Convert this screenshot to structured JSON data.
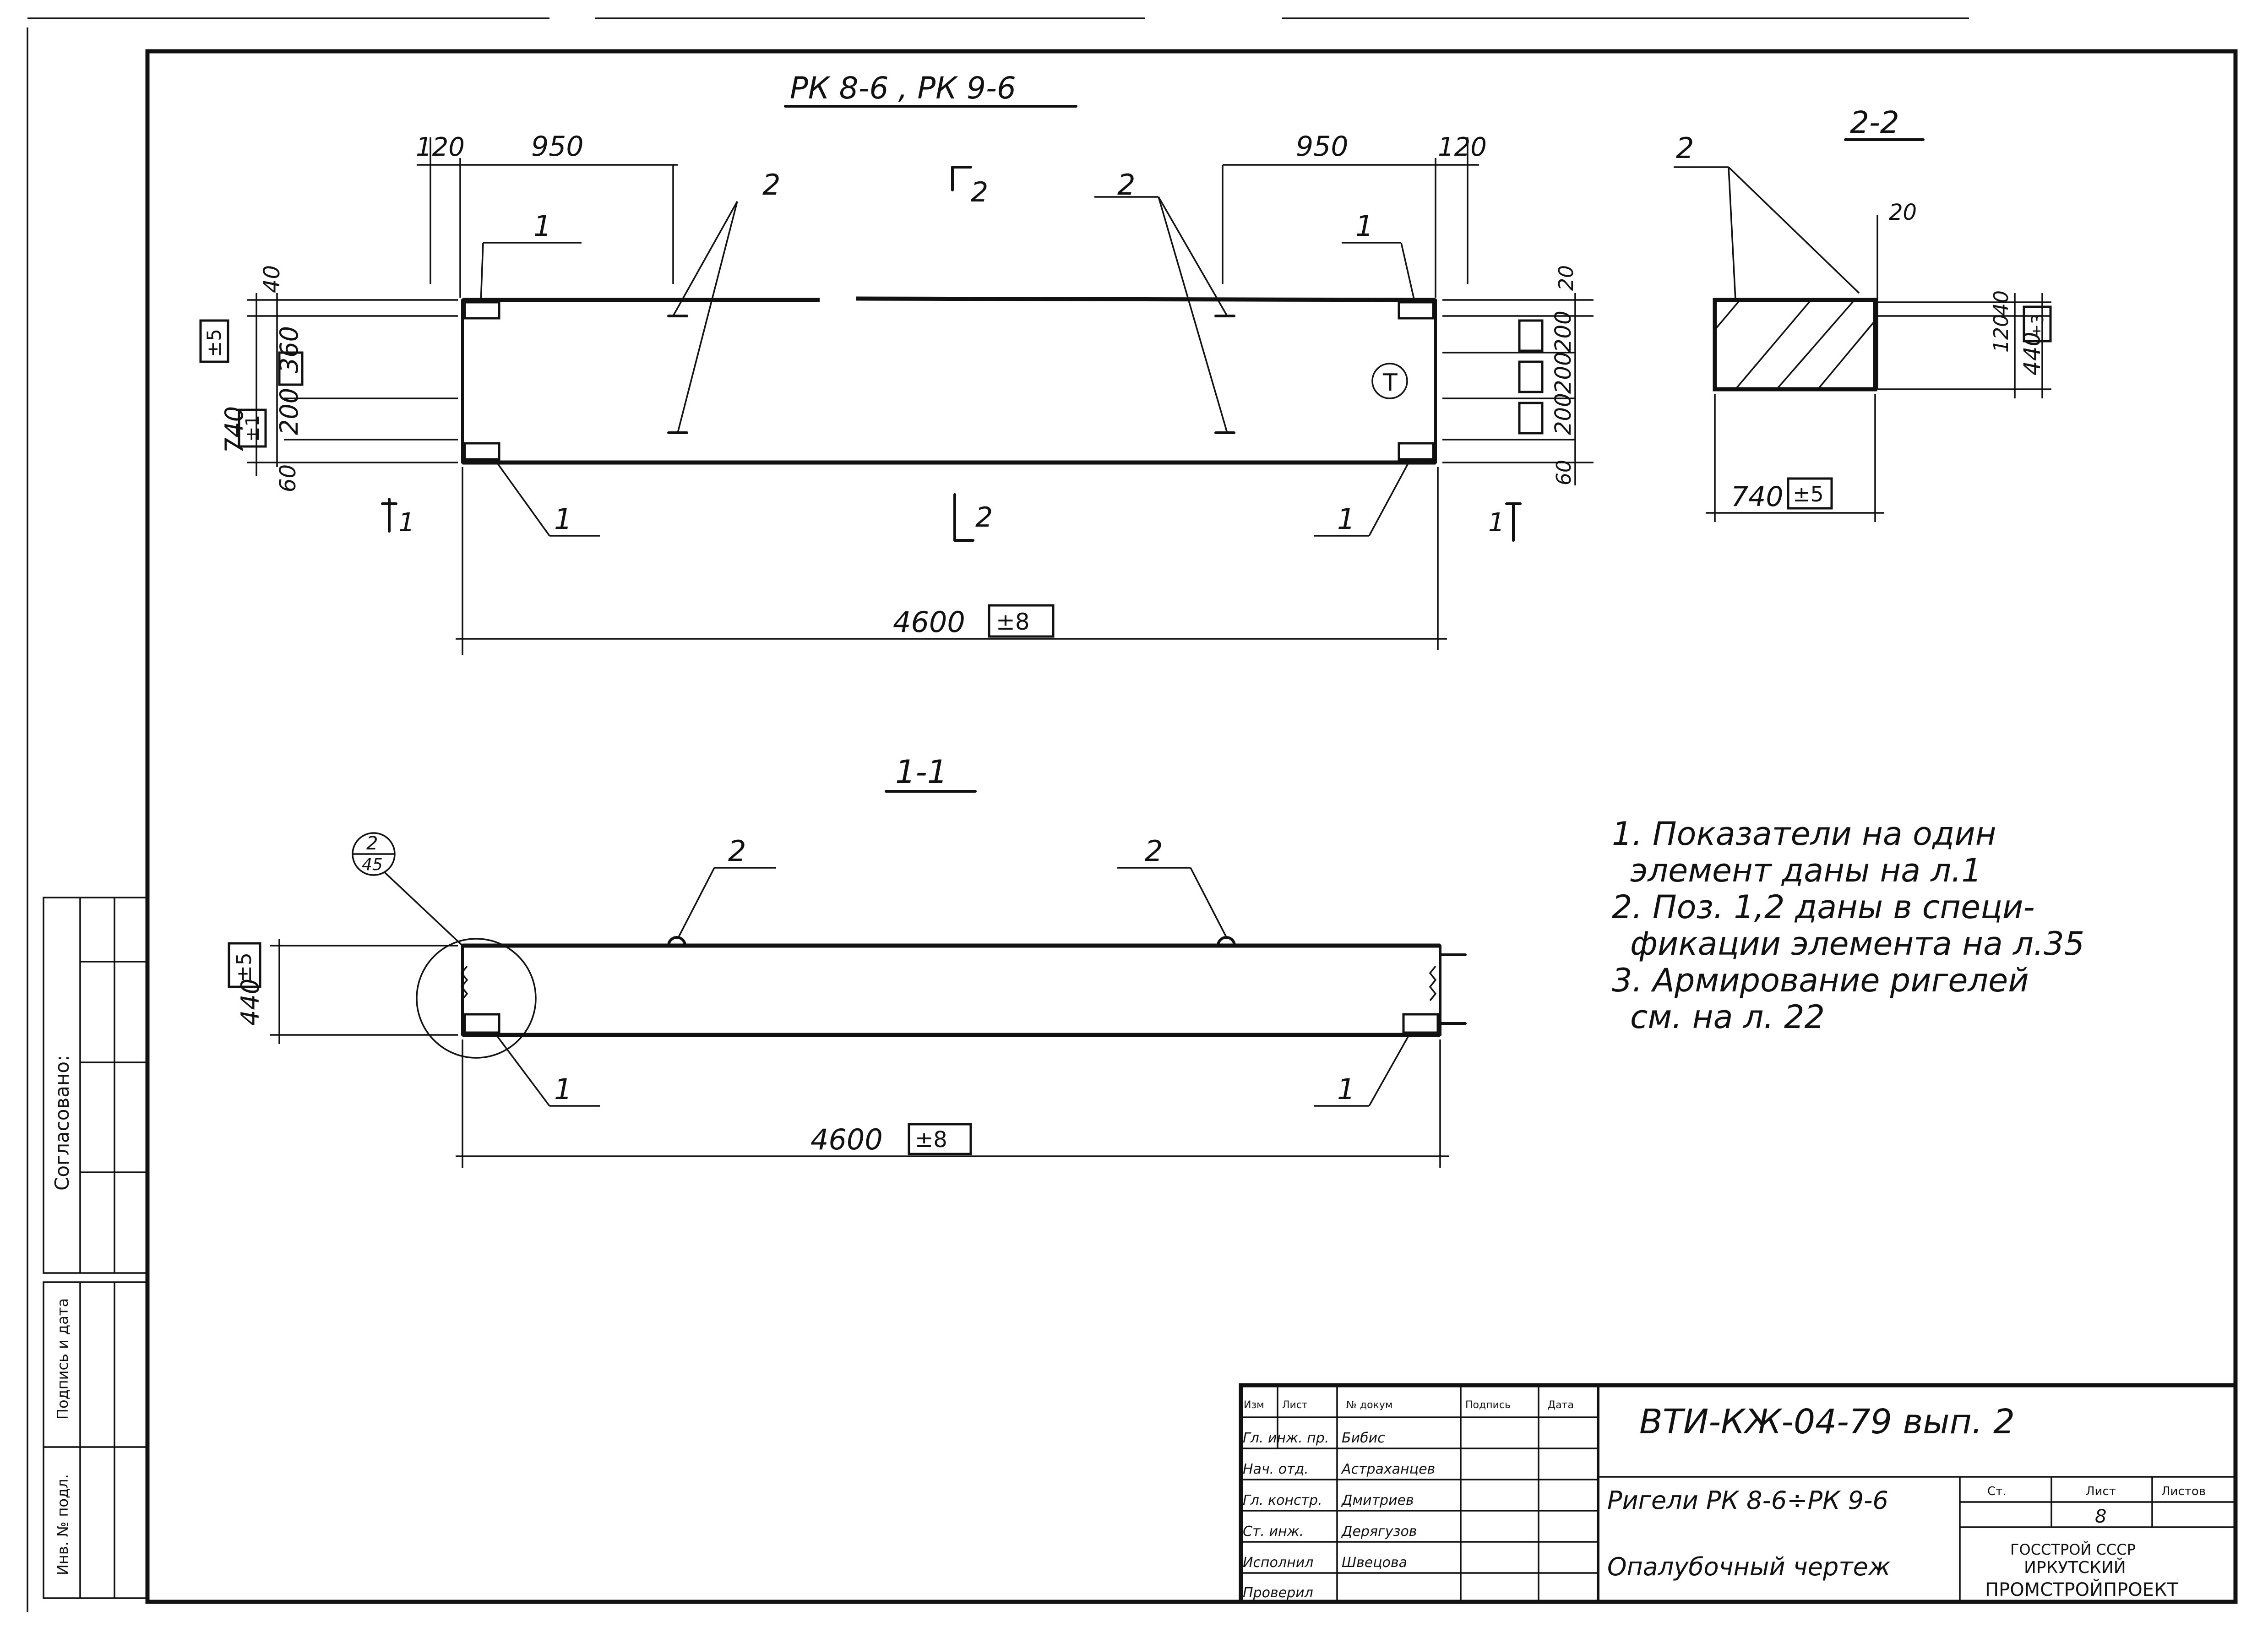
{
  "drawing": {
    "view_title": "РК 8-6 , РК 9-6",
    "section_1_title": "1-1",
    "section_2_title": "2-2",
    "dims": {
      "d120": "120",
      "d950": "950",
      "d4600": "4600",
      "tol8": "±8",
      "d740": "740",
      "tol5": "±5",
      "d360": "360",
      "d200": "200",
      "d40": "40",
      "d60": "60",
      "d20": "20",
      "d120s": "120",
      "d440": "440",
      "tol1": "±1",
      "tol3": "±3"
    },
    "marks": {
      "m1": "1",
      "m2": "2",
      "cut1": "1",
      "cut2": "2",
      "T": "T",
      "callout_top": "2",
      "callout_bottom": "45"
    }
  },
  "notes": [
    "1. Показатели на один",
    "элемент даны на л.1",
    "2. Поз. 1,2 даны в специ-",
    "фикации элемента на л.35",
    "3. Армирование ригелей",
    "см. на л. 22"
  ],
  "side_stamp": {
    "header": "Согласовано:",
    "inv": "Инв. № подл.",
    "sign_date": "Подпись и дата"
  },
  "title_block": {
    "code": "ВТИ-КЖ-04-79 вып. 2",
    "name_line1": "Ригели РК 8-6÷РК 9-6",
    "name_line2": "Опалубочный чертеж",
    "headers": [
      "Изм",
      "Лист",
      "№ докум",
      "Подпись",
      "Дата"
    ],
    "rows": [
      [
        "Гл. инж. пр.",
        "Бибис"
      ],
      [
        "Нач. отд.",
        "Астраханцев"
      ],
      [
        "Гл. констр.",
        "Дмитриев"
      ],
      [
        "Ст. инж.",
        "Дерягузов"
      ],
      [
        "Исполнил",
        "Швецова"
      ],
      [
        "Проверил",
        ""
      ]
    ],
    "stage_label": "Ст.",
    "sheet_label": "Лист",
    "sheets_label": "Листов",
    "sheet_number": "8",
    "org_line1": "ГОССТРОЙ СССР",
    "org_line2": "ИРКУТСКИЙ",
    "org_line3": "ПРОМСТРОЙПРОЕКТ"
  }
}
